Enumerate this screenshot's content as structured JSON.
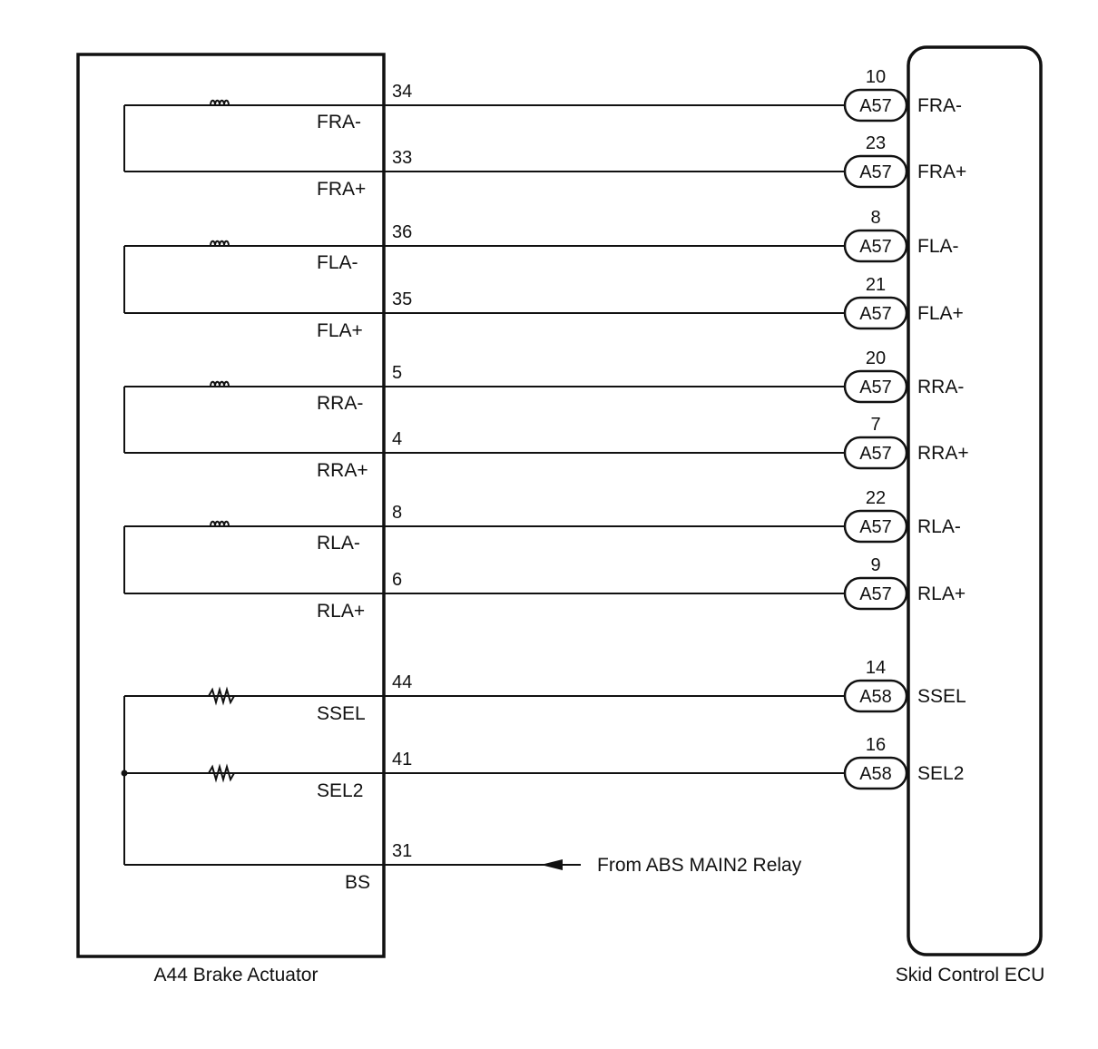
{
  "actuator": {
    "label": "A44 Brake Actuator",
    "pairs": [
      {
        "neg": {
          "signal": "FRA-",
          "pin": "34",
          "ecu_pin": "10",
          "connector": "A57",
          "ecu_signal": "FRA-"
        },
        "pos": {
          "signal": "FRA+",
          "pin": "33",
          "ecu_pin": "23",
          "connector": "A57",
          "ecu_signal": "FRA+"
        }
      },
      {
        "neg": {
          "signal": "FLA-",
          "pin": "36",
          "ecu_pin": "8",
          "connector": "A57",
          "ecu_signal": "FLA-"
        },
        "pos": {
          "signal": "FLA+",
          "pin": "35",
          "ecu_pin": "21",
          "connector": "A57",
          "ecu_signal": "FLA+"
        }
      },
      {
        "neg": {
          "signal": "RRA-",
          "pin": "5",
          "ecu_pin": "20",
          "connector": "A57",
          "ecu_signal": "RRA-"
        },
        "pos": {
          "signal": "RRA+",
          "pin": "4",
          "ecu_pin": "7",
          "connector": "A57",
          "ecu_signal": "RRA+"
        }
      },
      {
        "neg": {
          "signal": "RLA-",
          "pin": "8",
          "ecu_pin": "22",
          "connector": "A57",
          "ecu_signal": "RLA-"
        },
        "pos": {
          "signal": "RLA+",
          "pin": "6",
          "ecu_pin": "9",
          "connector": "A57",
          "ecu_signal": "RLA+"
        }
      }
    ],
    "selects": [
      {
        "signal": "SSEL",
        "pin": "44",
        "ecu_pin": "14",
        "connector": "A58",
        "ecu_signal": "SSEL"
      },
      {
        "signal": "SEL2",
        "pin": "41",
        "ecu_pin": "16",
        "connector": "A58",
        "ecu_signal": "SEL2"
      }
    ],
    "bs": {
      "signal": "BS",
      "pin": "31",
      "source": "From ABS MAIN2 Relay"
    }
  },
  "ecu": {
    "label": "Skid Control ECU"
  }
}
